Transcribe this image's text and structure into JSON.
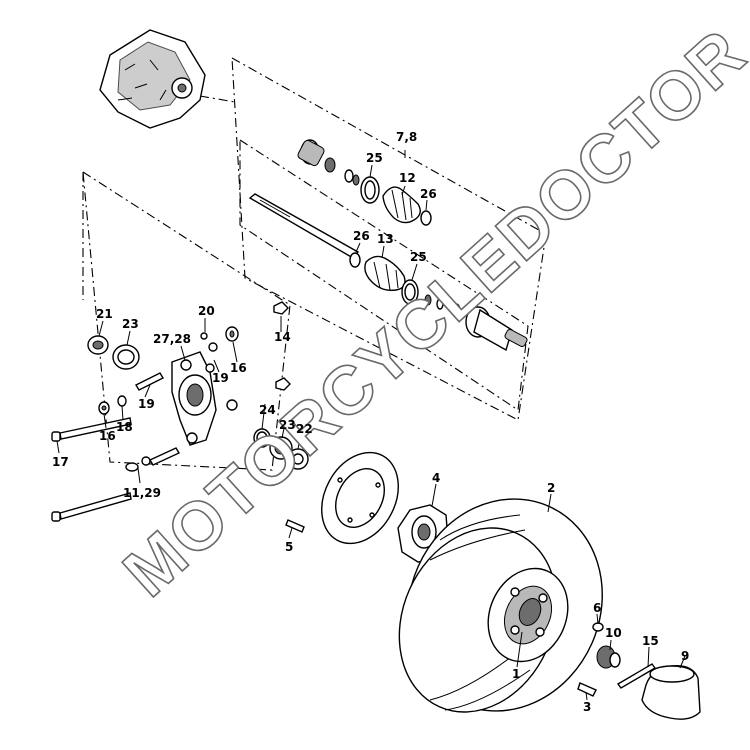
{
  "watermark": "MOTORCYCLEDOCTOR",
  "callouts": {
    "c78": "7,8",
    "c25a": "25",
    "c12": "12",
    "c26a": "26",
    "c26b": "26",
    "c13": "13",
    "c25b": "25",
    "c21": "21",
    "c23a": "23",
    "c20": "20",
    "c14": "14",
    "c2728": "27,28",
    "c16a": "16",
    "c19a": "19",
    "c19b": "19",
    "c16b": "16",
    "c18": "18",
    "c24": "24",
    "c23b": "23",
    "c22": "22",
    "c17": "17",
    "c1129": "11,29",
    "c4": "4",
    "c2": "2",
    "c5": "5",
    "c6": "6",
    "c10": "10",
    "c15": "15",
    "c9": "9",
    "c1": "1",
    "c3": "3"
  }
}
